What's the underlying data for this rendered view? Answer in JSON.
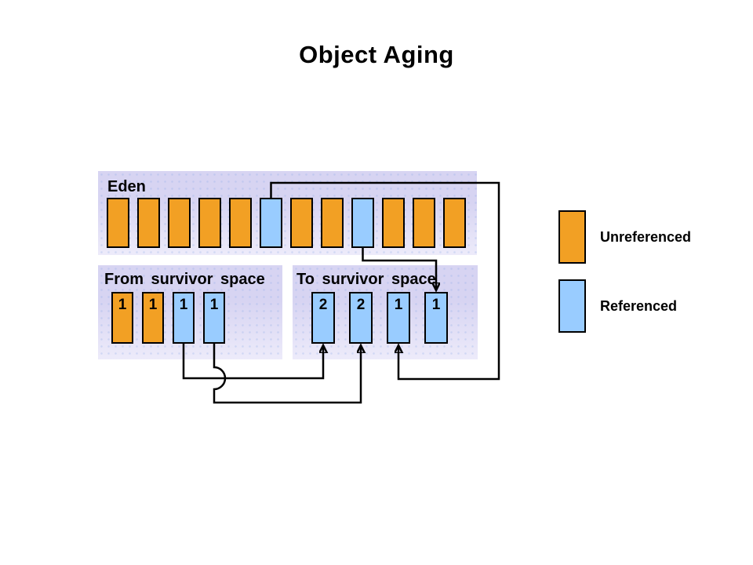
{
  "slide": {
    "title": "Object Aging"
  },
  "regions": {
    "eden": {
      "label": "Eden",
      "cells": [
        {
          "type": "unreferenced"
        },
        {
          "type": "unreferenced"
        },
        {
          "type": "unreferenced"
        },
        {
          "type": "unreferenced"
        },
        {
          "type": "unreferenced"
        },
        {
          "type": "referenced"
        },
        {
          "type": "unreferenced"
        },
        {
          "type": "unreferenced"
        },
        {
          "type": "referenced"
        },
        {
          "type": "unreferenced"
        },
        {
          "type": "unreferenced"
        },
        {
          "type": "unreferenced"
        }
      ]
    },
    "from_survivor": {
      "label": "From survivor space",
      "cells": [
        {
          "type": "unreferenced",
          "age": "1"
        },
        {
          "type": "unreferenced",
          "age": "1"
        },
        {
          "type": "referenced",
          "age": "1"
        },
        {
          "type": "referenced",
          "age": "1"
        }
      ]
    },
    "to_survivor": {
      "label": "To survivor space",
      "cells": [
        {
          "type": "referenced",
          "age": "2"
        },
        {
          "type": "referenced",
          "age": "2"
        },
        {
          "type": "referenced",
          "age": "1"
        },
        {
          "type": "referenced",
          "age": "1"
        }
      ]
    }
  },
  "legend": {
    "items": [
      {
        "type": "unreferenced",
        "label": "Unreferenced"
      },
      {
        "type": "referenced",
        "label": "Referenced"
      }
    ]
  },
  "connections": [
    {
      "from": "eden-cell-6",
      "to": "to-survivor-cell-3"
    },
    {
      "from": "eden-cell-9",
      "to": "to-survivor-cell-4"
    },
    {
      "from": "from-survivor-cell-3",
      "to": "to-survivor-cell-1"
    },
    {
      "from": "from-survivor-cell-4",
      "to": "to-survivor-cell-2"
    }
  ],
  "colors": {
    "unreferenced": "#F2A024",
    "referenced": "#99CCFF",
    "region_background_top": "#D7D4F2",
    "region_background_bottom": "#EDEBFA",
    "connector": "#000000",
    "slide_background": "#FFFFFF"
  }
}
